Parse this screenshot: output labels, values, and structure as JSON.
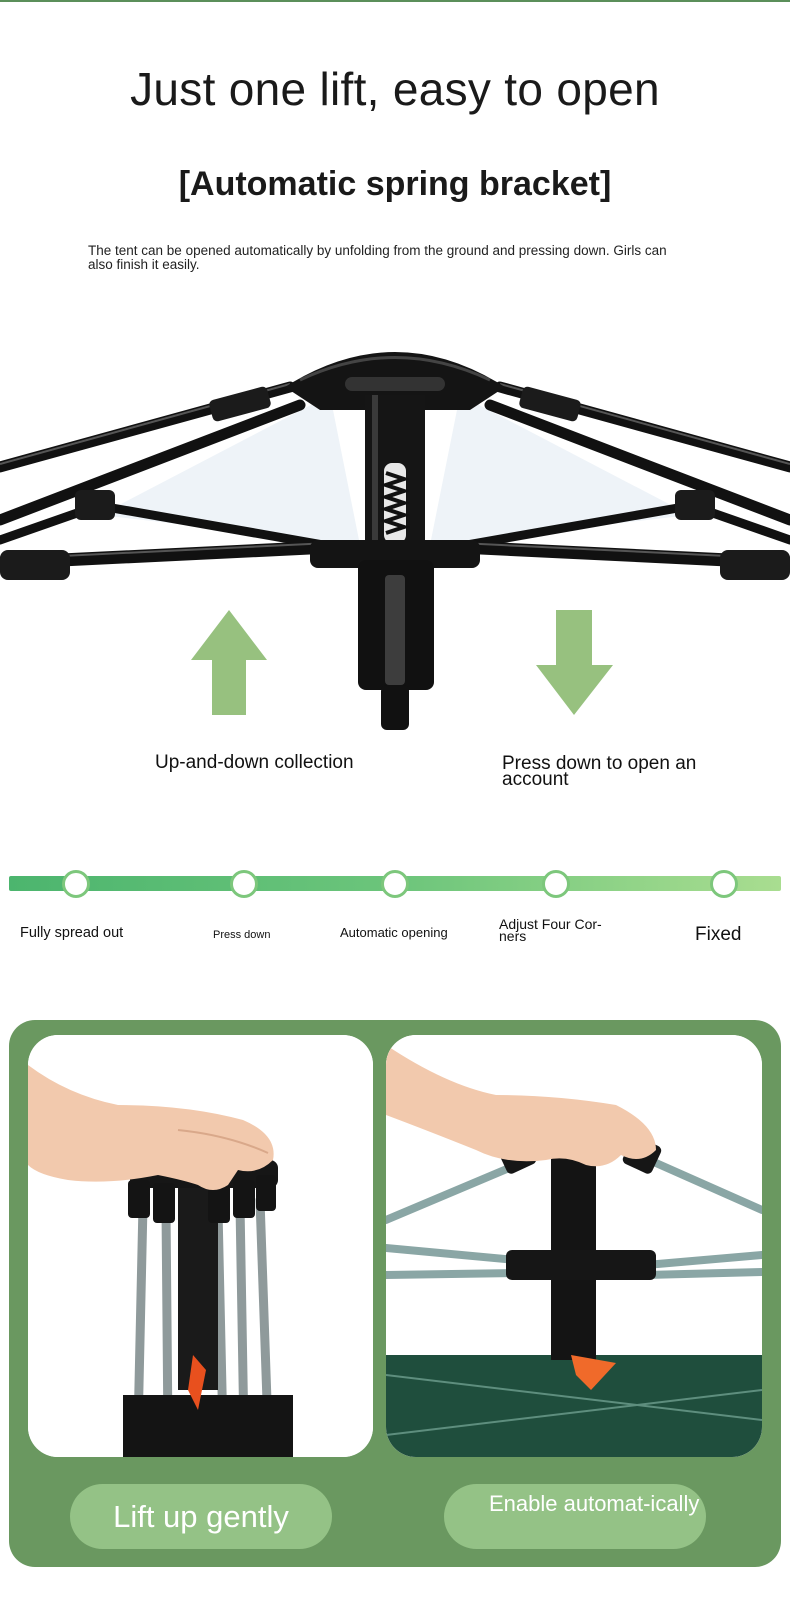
{
  "headline": "Just one lift, easy to open",
  "subheadline": "[Automatic spring bracket]",
  "description": "The tent can be opened automatically by unfolding from the ground and pressing down. Girls can also finish it easily.",
  "labels": {
    "up": "Up-and-down collection",
    "down": "Press down to open an account"
  },
  "steps": [
    {
      "label": "Fully spread out"
    },
    {
      "label": "Press down"
    },
    {
      "label": "Automatic opening"
    },
    {
      "label": "Adjust Four Cor-ners"
    },
    {
      "label": "Fixed"
    }
  ],
  "buttons": {
    "left": "Lift up gently",
    "right": "Enable automat-ically"
  },
  "colors": {
    "accent_green": "#94c286",
    "panel_green": "#6a9860",
    "arrow_green": "#97c17f",
    "timeline_start": "#4cb56e",
    "timeline_end": "#a9dd90",
    "frame_black": "#111111"
  },
  "icons": {
    "up_arrow": "arrow-up-icon",
    "down_arrow": "arrow-down-icon"
  }
}
